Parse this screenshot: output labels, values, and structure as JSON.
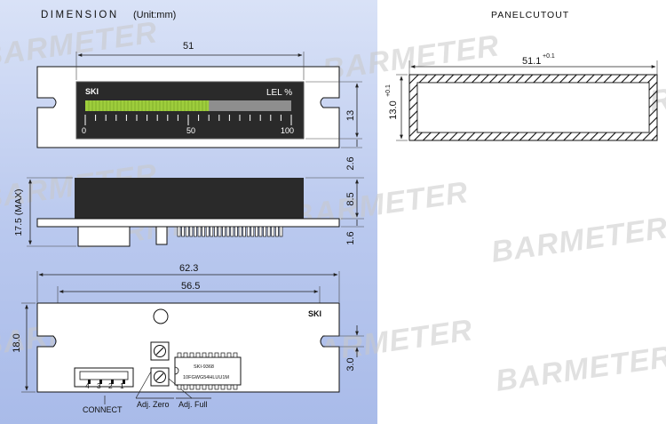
{
  "titles": {
    "dimension": "DIMENSION",
    "unit": "(Unit:mm)",
    "panel_cutout": "PANELCUTOUT"
  },
  "watermark": "BARMETER",
  "front_view": {
    "width_dim": "51",
    "height_dim": "13",
    "bottom_gap_dim": "2.6",
    "brand": "SKI",
    "gas_label": "LEL %",
    "scale_labels": [
      "0",
      "50",
      "100"
    ],
    "bar_fill_percent": 60,
    "bar_color": "#9ecd3c",
    "display_bg": "#2a2a2a"
  },
  "side_view": {
    "max_height_dim": "17.5 (MAX)",
    "upper_dim": "8.5",
    "lower_dim": "1.6"
  },
  "back_view": {
    "outer_width_dim": "62.3",
    "hole_spacing_dim": "56.5",
    "height_dim": "18.0",
    "slot_dim": "3.0",
    "brand": "SKI",
    "chip_line1": "SKI-9368",
    "chip_line2": "10FGWG54HLUU1M",
    "pin_numbers": [
      "4",
      "3",
      "2",
      "1"
    ],
    "connect_label": "CONNECT",
    "adj_zero": "Adj. Zero",
    "adj_full": "Adj. Full"
  },
  "cutout": {
    "width_dim": "51.1",
    "width_tol": "+0.1",
    "height_dim": "13.0",
    "height_tol": "+0.1"
  }
}
